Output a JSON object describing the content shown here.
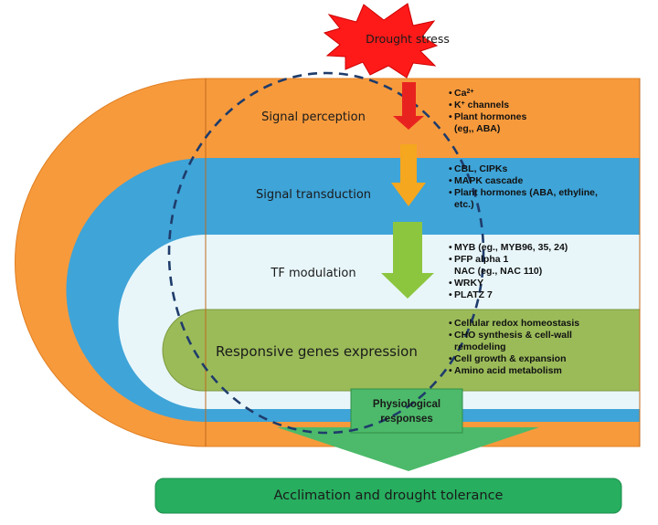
{
  "diagram": {
    "trigger": "Drought stress",
    "stages": [
      {
        "label": "Signal perception",
        "color": "#f79a3c",
        "items": [
          {
            "text": "Ca",
            "sup": "2+"
          },
          {
            "text": "K",
            "sup": "+",
            "tail": " channels"
          },
          {
            "text": "Plant hormones",
            "sub": "(eg,, ABA)"
          }
        ]
      },
      {
        "label": "Signal transduction",
        "color": "#3fa4d8",
        "items": [
          {
            "text": "CBL, CIPKs"
          },
          {
            "text": "MAPK cascade"
          },
          {
            "text": "Plant hormones (ABA, ethyline,",
            "sub": "etc.)"
          }
        ]
      },
      {
        "label": "TF modulation",
        "color": "#e8f6fa",
        "items": [
          {
            "text": "MYB (eg., MYB96, 35, 24)"
          },
          {
            "text": "PFP alpha 1",
            "sub": "NAC (eg., NAC 110)"
          },
          {
            "text": "WRKY"
          },
          {
            "text": "PLATZ 7"
          }
        ]
      },
      {
        "label": "Responsive genes expression",
        "color": "#9bbb59",
        "items": [
          {
            "text": "Cellular redox  homeostasis"
          },
          {
            "text": "CHO synthesis & cell-wall",
            "sub": "remodeling"
          },
          {
            "text": "Cell growth & expansion"
          },
          {
            "text": "Amino acid metabolism"
          }
        ]
      }
    ],
    "physiological": "Physiological responses",
    "outcome": "Acclimation and drought tolerance",
    "colors": {
      "orange": "#f79a3c",
      "blue": "#3fa4d8",
      "pale_cyan": "#e8f6fa",
      "olive": "#9bbb59",
      "green": "#4cba6a",
      "star_red": "#ff1a1a",
      "arrow_red": "#e8231f",
      "arrow_orange": "#f4a71f",
      "arrow_green": "#8cc63f",
      "ellipse": "#1f3c6b"
    }
  }
}
